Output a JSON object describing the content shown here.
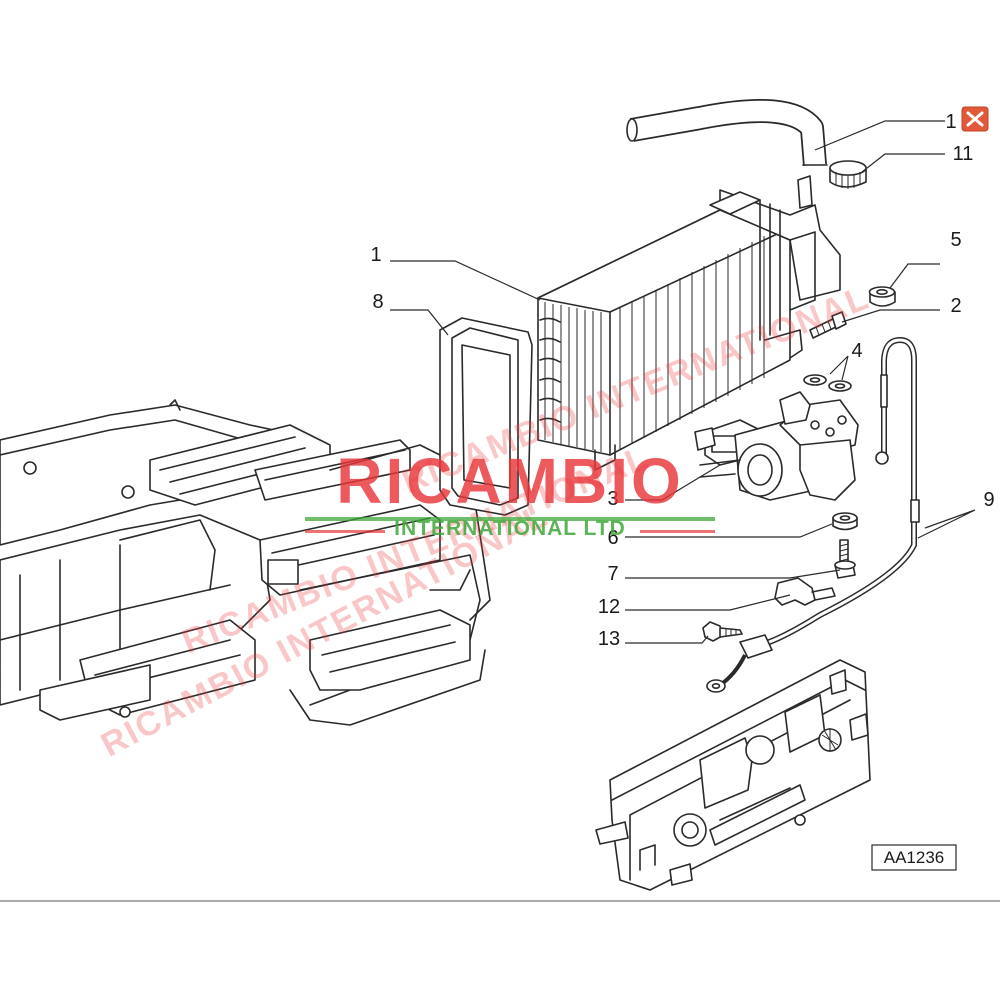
{
  "watermark": {
    "brand": "RICAMBIO",
    "subtitle": "INTERNATIONAL LTD",
    "diagonal": "RICAMBIO INTERNATIONAL"
  },
  "reference_code": "AA1236",
  "callouts": [
    "1",
    "11",
    "1",
    "5",
    "2",
    "8",
    "4",
    "3",
    "6",
    "9",
    "7",
    "12",
    "13"
  ],
  "colors": {
    "watermark_red": "#e8363a",
    "watermark_green": "#3ea83a",
    "close_badge": "#e2593a"
  },
  "icons": {
    "close": "close-icon"
  }
}
